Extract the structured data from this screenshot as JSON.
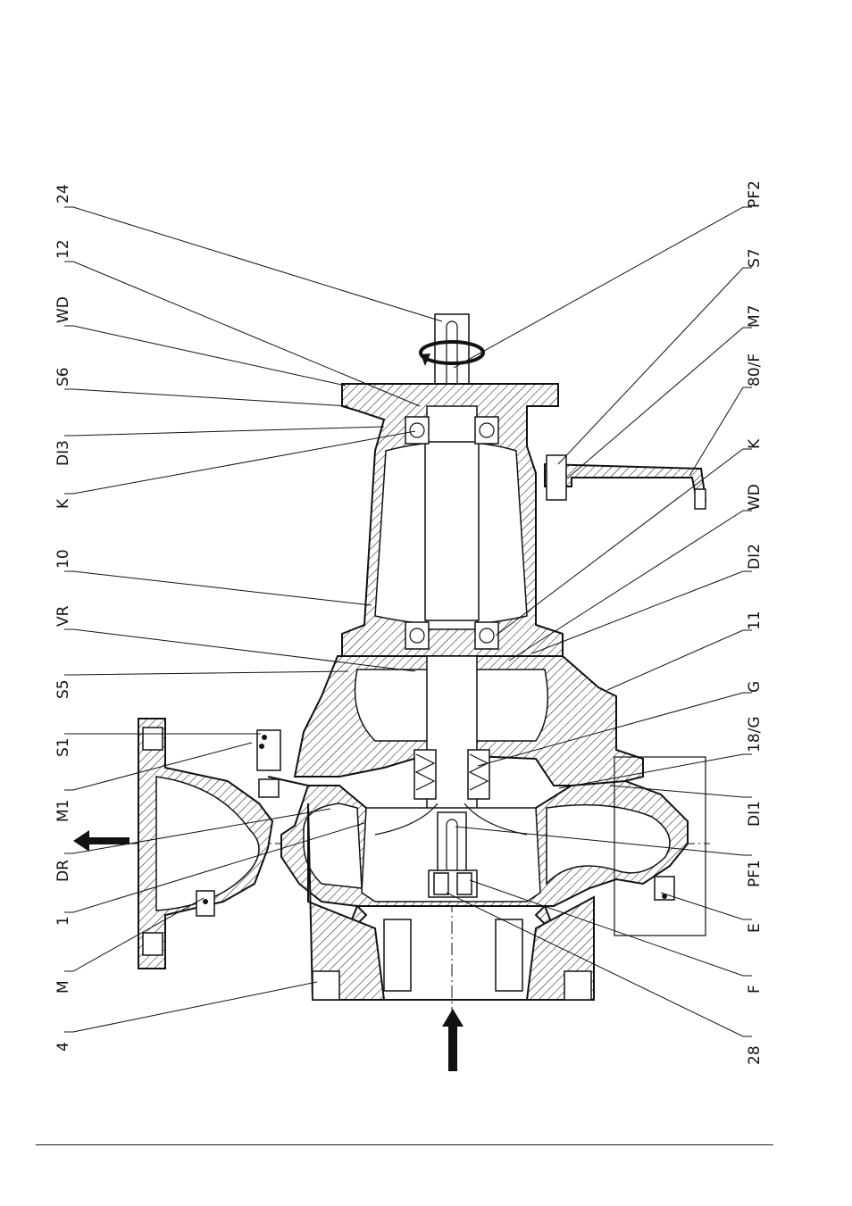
{
  "diagram": {
    "labels_left": [
      "24",
      "12",
      "WD",
      "S6",
      "DI3",
      "K",
      "10",
      "VR",
      "S5",
      "S1",
      "M1",
      "DR",
      "1",
      "M",
      "4"
    ],
    "labels_right": [
      "PF2",
      "S7",
      "M7",
      "80/F",
      "K",
      "WD",
      "DI2",
      "11",
      "G",
      "18/G",
      "DI1",
      "PF1",
      "E",
      "F",
      "28"
    ]
  }
}
